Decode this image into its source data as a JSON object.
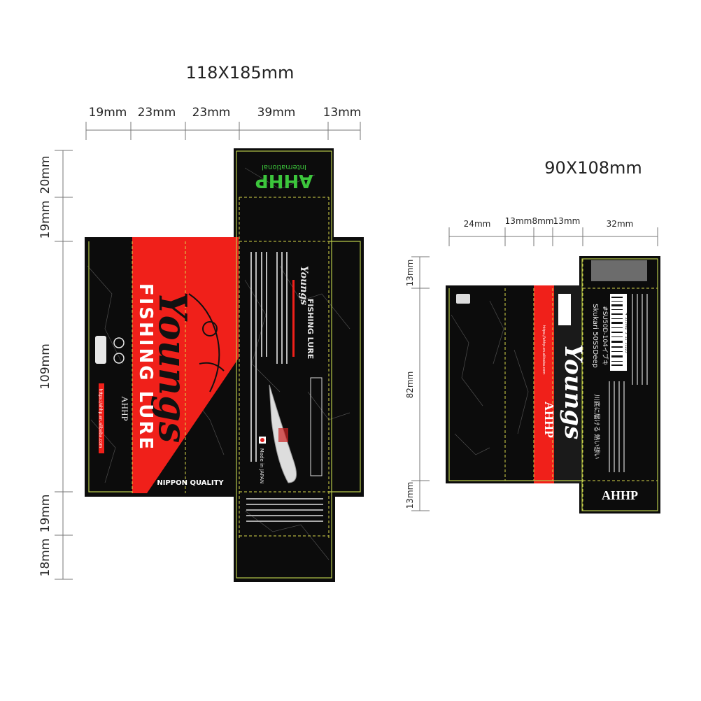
{
  "box_large": {
    "title": "118X185mm",
    "width_dims": [
      "19mm",
      "23mm",
      "23mm",
      "39mm",
      "13mm"
    ],
    "height_dims": [
      "20mm",
      "19mm",
      "109mm",
      "19mm",
      "18mm"
    ],
    "brand_script": "Youngs",
    "product_line": "FISHING LURE",
    "maker": "AHHP",
    "top_flap_brand": "AHHP",
    "top_flap_sub": "International",
    "quality": "NIPPON QUALITY",
    "made_in": "Made in JAPAN",
    "website": "https://ahhp.en.alibaba.com"
  },
  "box_small": {
    "title": "90X108mm",
    "width_dims": [
      "24mm",
      "13mm",
      "8mm",
      "13mm",
      "32mm"
    ],
    "height_dims": [
      "13mm",
      "82mm",
      "13mm"
    ],
    "brand_script": "Youngs",
    "maker_band": "AHHP",
    "maker_flap": "AHHP",
    "product_name": "Skukari 50SSDeep",
    "product_code": "#SU50D-104イブキ",
    "barcode_number": "4 553962 5 11 51225",
    "website": "https://ahhp.en.alibaba.com",
    "jp_tagline": "川底に届ける 熱い想い"
  },
  "colors": {
    "accent_red": "#f0201a",
    "panel_black": "#0c0c0c",
    "fold_line": "#d8d84a"
  }
}
